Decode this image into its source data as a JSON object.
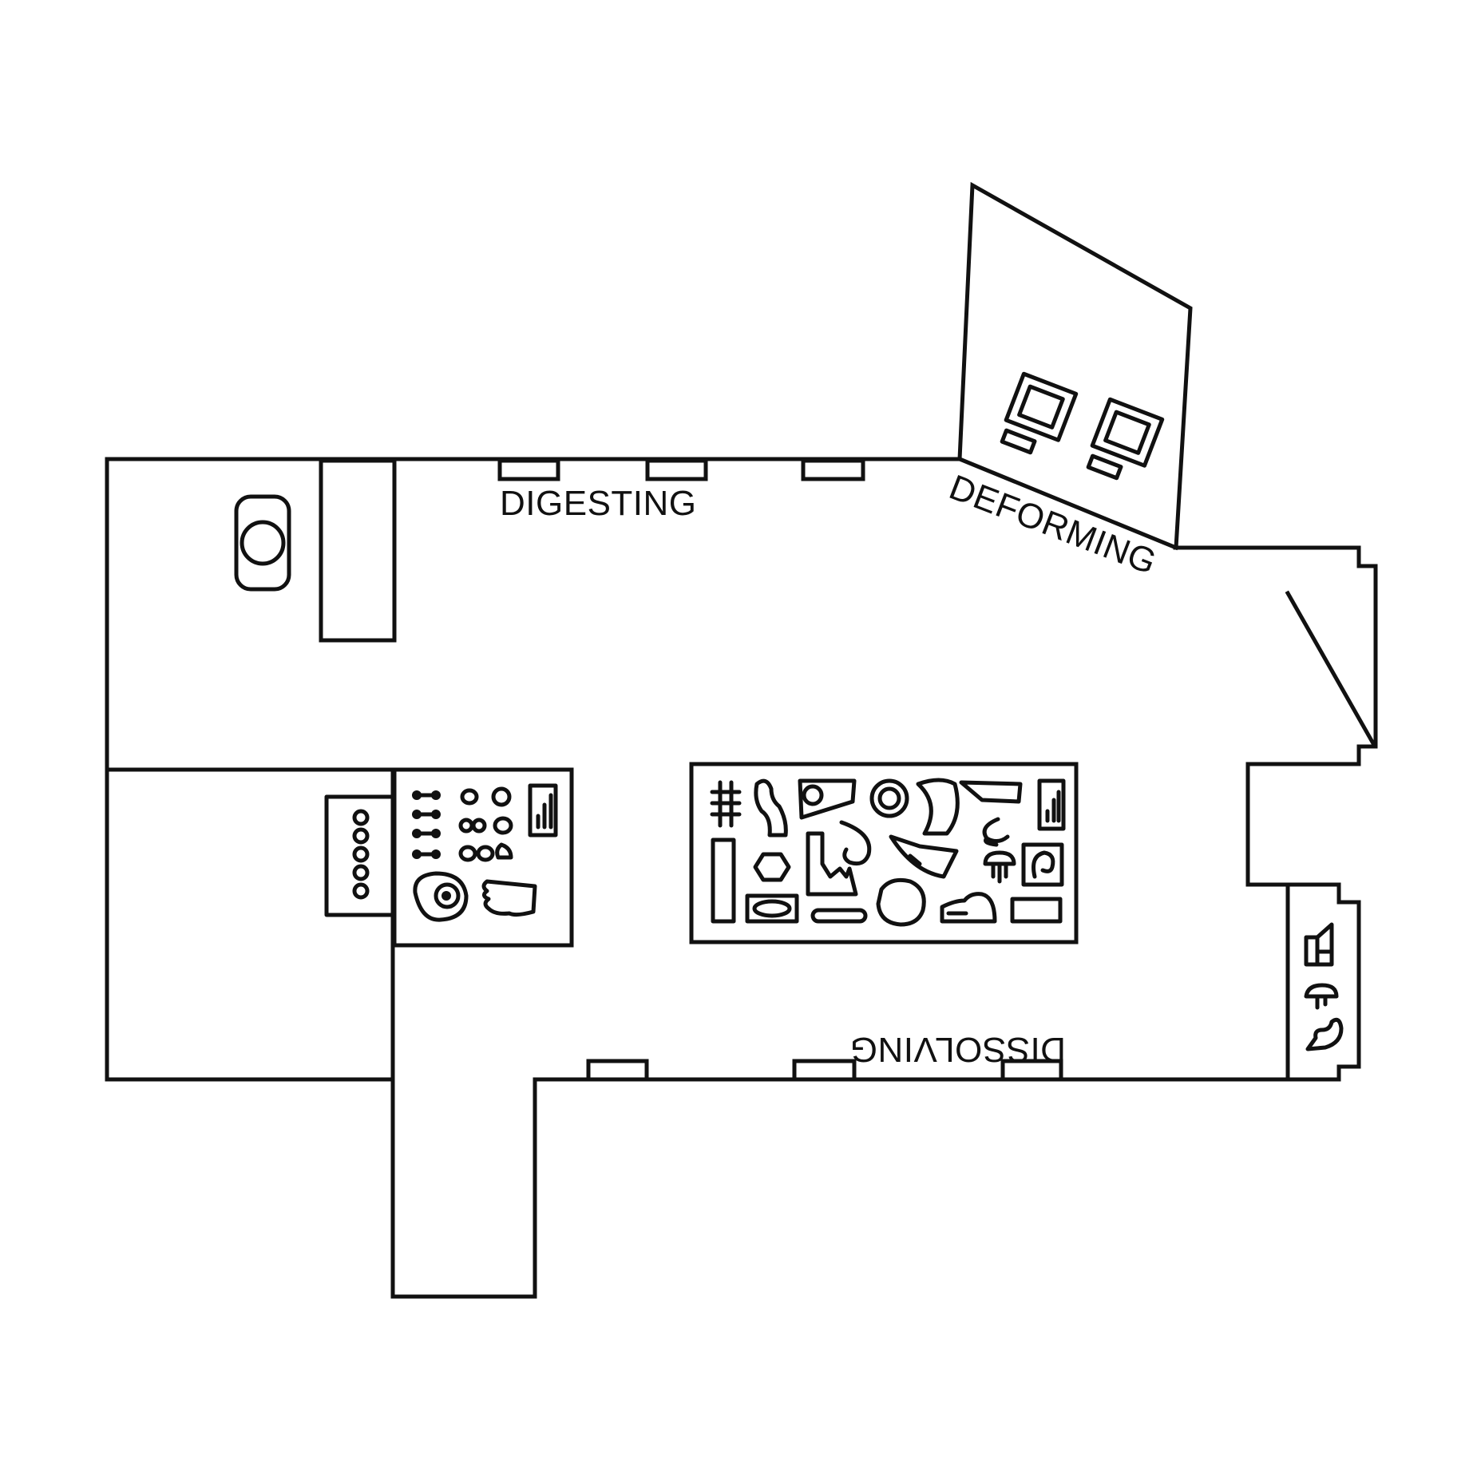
{
  "zones": {
    "digesting": "DIGESTING",
    "deforming": "DEFORMING",
    "dissolving": "DISSOLVING"
  },
  "colors": {
    "line": "#111111",
    "background": "#ffffff"
  },
  "icons": [
    "toilet-icon",
    "monitor-icon",
    "specimen-case-icon",
    "hand-icon",
    "eye-icon",
    "bar-chart-icon",
    "hexagon-icon",
    "grid-icon",
    "mushroom-icon",
    "worm-icon"
  ]
}
